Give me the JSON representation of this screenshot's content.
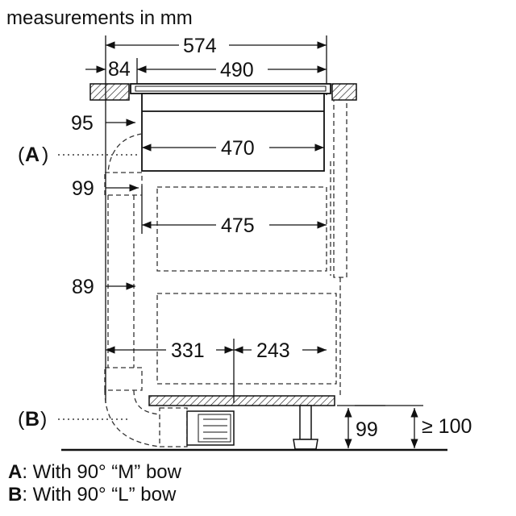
{
  "header": {
    "title": "measurements in mm"
  },
  "dimensions": {
    "total_width": "574",
    "offset_left": "84",
    "worktop_cutout": "490",
    "depth_top": "95",
    "unit_width_470": "470",
    "depth_99": "99",
    "unit_width_475": "475",
    "depth_89": "89",
    "distance_331": "331",
    "distance_243": "243",
    "plinth_height": "99",
    "min_plinth_height": "≥ 100"
  },
  "callouts": {
    "a_marker": "A",
    "b_marker": "B",
    "a_paren_open": "(",
    "a_paren_close": ")",
    "b_paren_open": "(",
    "b_paren_close": ")"
  },
  "legend": [
    {
      "key": "A",
      "text": ": With 90° “M” bow"
    },
    {
      "key": "B",
      "text": ": With 90° “L” bow"
    }
  ],
  "colors": {
    "line": "#111111",
    "dashed": "#333333",
    "background": "#ffffff"
  }
}
